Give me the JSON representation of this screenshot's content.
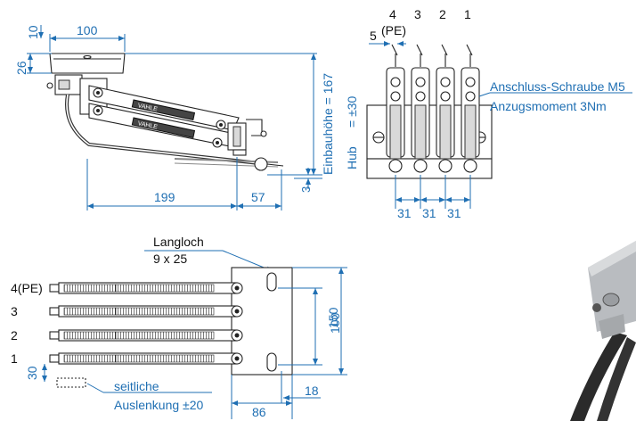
{
  "side_view": {
    "dims": {
      "top_offset": "10",
      "width_100": "100",
      "height_26": "26",
      "length_199": "199",
      "length_57": "57",
      "gap_3": "3",
      "install_height": "Einbauhöhe = 167",
      "stroke_label": "Hub",
      "stroke_value": "= ±30"
    },
    "brand": "VAHLE"
  },
  "front_view": {
    "pole_numbers": [
      "4",
      "3",
      "2",
      "1"
    ],
    "pe_label": "(PE)",
    "pe_dim": "5",
    "spacing": [
      "31",
      "31",
      "31"
    ],
    "note_line1": "Anschluss-Schraube M5",
    "note_line2": "Anzugsmoment 3Nm"
  },
  "top_view": {
    "rows": [
      "4(PE)",
      "3",
      "2",
      "1"
    ],
    "slot_label": "Langloch",
    "slot_size": "9 x 25",
    "dim_30": "30",
    "dim_100": "100",
    "dim_150": "150",
    "dim_18": "18",
    "dim_86": "86",
    "lateral_line1": "seitliche",
    "lateral_line2": "Auslenkung ±20"
  },
  "colors": {
    "dimension": "#1f6fb3",
    "outline": "#222222"
  }
}
